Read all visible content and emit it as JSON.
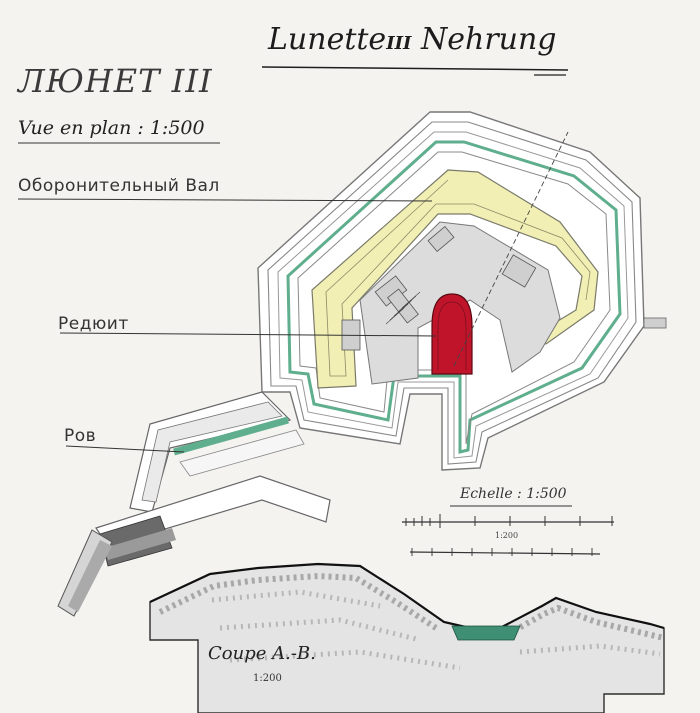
{
  "title_ru": "ЛЮНЕТ III",
  "title_de": {
    "prefix": "Lunette",
    "roman": "III",
    "suffix": " Nehrung"
  },
  "scale_plan": "Vue en plan : 1:500",
  "labels": {
    "rampart": "Оборонительный Вал",
    "redoubt": "Редюит",
    "ditch": "Ров"
  },
  "scale_bar": {
    "title": "Echelle : 1:500",
    "sub": "1:200"
  },
  "section": {
    "title": "Coupe A.-B.",
    "scale": "1:200"
  },
  "colors": {
    "rampart_fill": "#f1efb4",
    "ditch_green": "#5fae8d",
    "redoubt_red": "#c0142a",
    "section_water": "#3f8f74",
    "ink": "#2a2a2a",
    "paper": "#f4f3f0"
  }
}
